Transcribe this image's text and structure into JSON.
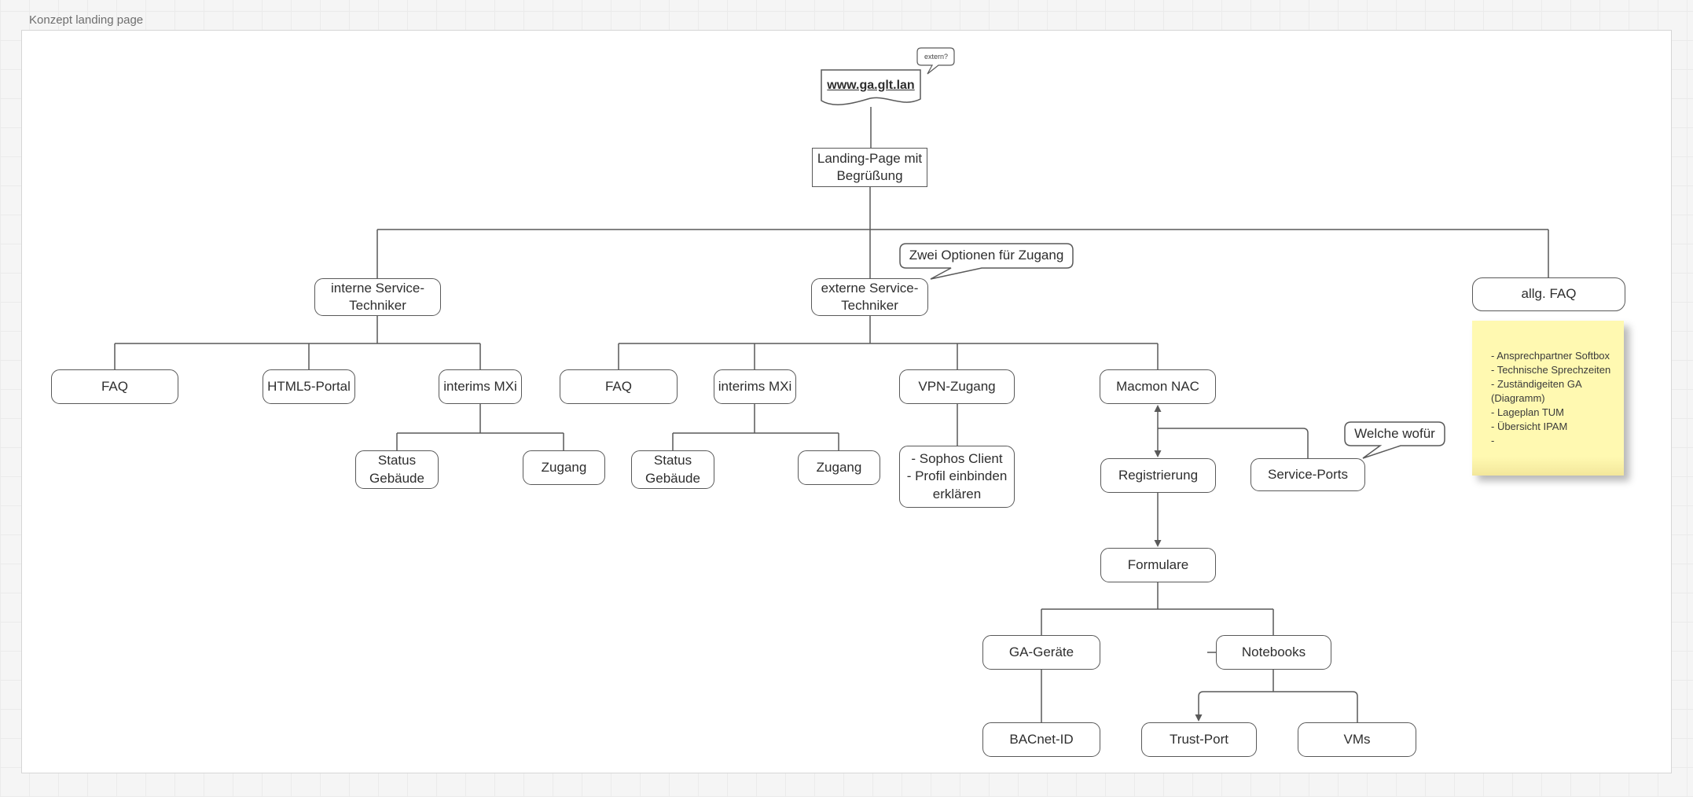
{
  "page": {
    "title": "Konzept landing page"
  },
  "diagram": {
    "colors": {
      "line": "#595959",
      "note_fill": "#FFF9B1",
      "canvas": "#FFFFFF"
    },
    "callouts": {
      "extern": "extern?",
      "zwei_optionen": "Zwei Optionen für Zugang",
      "welche_wofuer": "Welche wofür"
    },
    "nodes": {
      "url_doc": "www.ga.glt.lan",
      "landing": "Landing-Page mit Begrüßung",
      "interne": "interne Service-Techniker",
      "externe": "externe Service-Techniker",
      "allg_faq": "allg. FAQ",
      "faq_left": "FAQ",
      "html5_portal": "HTML5-Portal",
      "interims_mxi_left": "interims MXi",
      "faq_ext": "FAQ",
      "interims_mxi_ext": "interims MXi",
      "vpn": "VPN-Zugang",
      "macmon": "Macmon NAC",
      "status_gebaeude_left": "Status\nGebäude",
      "zugang_left": "Zugang",
      "status_gebaeude_ext": "Status\nGebäude",
      "zugang_ext": "Zugang",
      "sophos": "- Sophos Client\n- Profil einbinden erklären",
      "registrierung": "Registrierung",
      "service_ports": "Service-Ports",
      "formulare": "Formulare",
      "ga_geraete": "GA-Geräte",
      "notebooks": "Notebooks",
      "bacnet": "BACnet-ID",
      "trust_port": "Trust-Port",
      "vms": "VMs"
    },
    "note": {
      "lines": [
        "- Ansprechpartner Softbox",
        "- Technische Sprechzeiten",
        "- Zuständigeiten GA",
        "(Diagramm)",
        "- Lageplan TUM",
        "- Übersicht IPAM",
        "-"
      ]
    }
  }
}
